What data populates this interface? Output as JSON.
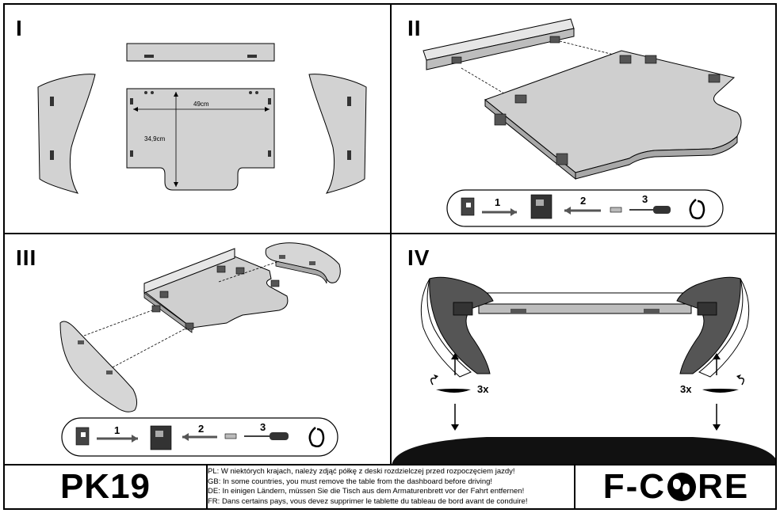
{
  "steps": {
    "s1": "I",
    "s2": "II",
    "s3": "III",
    "s4": "IV"
  },
  "dimensions": {
    "width": "49cm",
    "depth": "34,9cm"
  },
  "sequence": {
    "n1": "1",
    "n2": "2",
    "n3": "3"
  },
  "rotation": {
    "left": "3x",
    "right": "3x"
  },
  "footer": {
    "model": "PK19",
    "warnings": [
      "PL: W niektórych krajach, należy zdjąć półkę z deski rozdzielczej przed rozpoczęciem jazdy!",
      "GB: In some countries, you must remove the table from the dashboard before driving!",
      "DE: In einigen Ländern, müssen Sie die Tisch aus dem Armaturenbrett vor der Fahrt entfernen!",
      "FR: Dans certains pays, vous devez supprimer le tablette du tableau de bord avant de conduire!"
    ],
    "brand_left": "F-C",
    "brand_right": "RE"
  },
  "colors": {
    "panel_fill": "#d2d2d2",
    "dark_fill": "#555555",
    "line": "#000000"
  }
}
